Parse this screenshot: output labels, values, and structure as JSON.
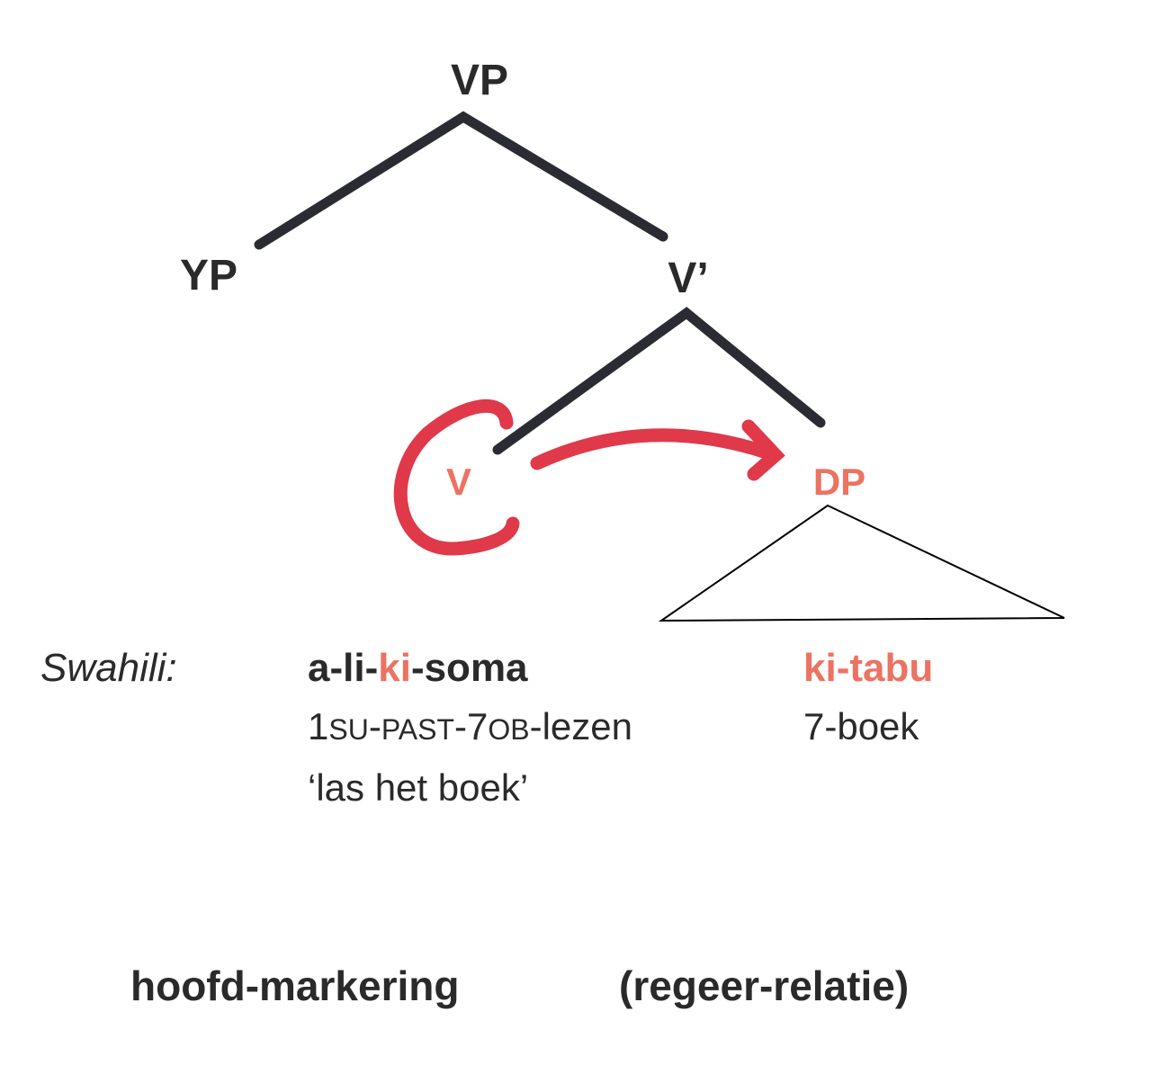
{
  "colors": {
    "branch": "#2b2b33",
    "red_marker": "#e0394a",
    "highlight": "#ec7262",
    "text": "#2a2a2a"
  },
  "tree": {
    "vp": "VP",
    "yp": "YP",
    "vbar": "V’",
    "v": "V",
    "dp": "DP"
  },
  "example": {
    "language": "Swahili:",
    "verb": {
      "p1": "a-li-",
      "p2": "ki",
      "p3": "-soma"
    },
    "noun": "ki-tabu",
    "verb_gloss": {
      "a": "1",
      "b": "SU",
      "c": "-",
      "d": "PAST",
      "e": "-7",
      "f": "OB",
      "g": "-lezen"
    },
    "noun_gloss": "7-boek",
    "translation": "‘las het boek’"
  },
  "caption": {
    "left": "hoofd-markering",
    "right": "(regeer-relatie)"
  }
}
